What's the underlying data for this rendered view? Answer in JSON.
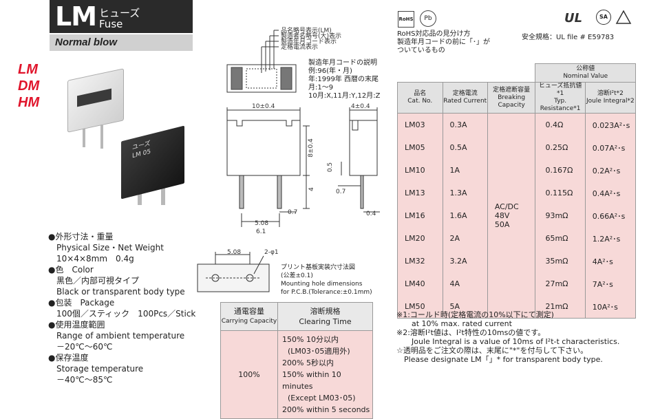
{
  "header": {
    "title": "LM",
    "title_kana": "ヒューズ",
    "title_en": "Fuse",
    "subtitle": "Normal blow"
  },
  "series_tabs": [
    "LM",
    "DM",
    "HM"
  ],
  "photo_marking": {
    "line1": "ユーズ",
    "line2": "LM 05"
  },
  "specs": [
    {
      "heading": "●外形寸法・重量",
      "lines": [
        "Physical Size・Net Weight",
        "10×4×8mm　0.4g"
      ]
    },
    {
      "heading": "●色　Color",
      "lines": [
        "黒色／内部可視タイプ",
        "Black or transparent body type"
      ]
    },
    {
      "heading": "●包装　Package",
      "lines": [
        "100個／スティック　100Pcs／Stick"
      ]
    },
    {
      "heading": "●使用温度範囲",
      "lines": [
        "Range of ambient temperature",
        "－20℃～60℃"
      ]
    },
    {
      "heading": "●保存温度",
      "lines": [
        "Storage temperature",
        "－40℃～85℃"
      ]
    }
  ],
  "marking_labels": [
    "品名略号表示(LM)",
    "製造者名略号(大)表示",
    "製造年月コード表示",
    "定格電流表示"
  ],
  "date_code": {
    "lines": [
      "製造年月コードの説明",
      "例:96(年・月)",
      "年:1999年 西暦の末尾",
      "月:1～9",
      "10月:X,11月:Y,12月:Z"
    ]
  },
  "dimensions": {
    "width": "10±0.4",
    "depth": "4±0.4",
    "height": "8±0.4",
    "lead_len": "4",
    "pin_offset": "0.5",
    "pin_w": "0.7",
    "pin_t": "0.4",
    "pitch": "5.08",
    "span": "6.1",
    "pin_w2": "0.7",
    "hole_pitch": "5.08",
    "hole_dia": "2-φ1"
  },
  "hole_note": {
    "lines": [
      "プリント基板実装穴寸法図",
      "(公差±0.1)",
      "Mounting hole dimensions",
      "for P.C.B.(Tolerance:±0.1mm)"
    ]
  },
  "clearing_table": {
    "header_cc": [
      "通電容量",
      "Carrying Capacity"
    ],
    "header_ct": [
      "溶断規格",
      "Clearing Time"
    ],
    "carrying": "100%",
    "clearing_lines": [
      "150% 10分以内",
      "(LM03･05適用外)",
      "200% 5秒以内",
      "150% within 10 minutes",
      "(Except LM03･05)",
      "200% within 5 seconds"
    ]
  },
  "certs": {
    "rohs_badge": "RoHS",
    "pb_badge": "Pb",
    "rohs_text": [
      "RoHS対応品の見分け方",
      "製造年月コードの前に「･」が",
      "ついているもの"
    ],
    "safety": "安全規格：UL file # E59783",
    "ul_mark": "UL",
    "csa_mark": "SA"
  },
  "rating_table": {
    "nominal": [
      "公称値",
      "Nominal Value"
    ],
    "headers": [
      [
        "品名",
        "Cat. No."
      ],
      [
        "定格電流",
        "Rated Current"
      ],
      [
        "定格遮断容量",
        "Breaking Capacity"
      ],
      [
        "ヒューズ抵抗値*1",
        "Typ. Resistance*1"
      ],
      [
        "溶断I²t*2",
        "Joule Integral*2"
      ]
    ],
    "breaking": [
      "AC/DC 48V",
      "50A"
    ],
    "rows": [
      {
        "cat": "LM03",
        "current": "0.3A",
        "resistance": "0.4Ω",
        "joule": "0.023A²･s"
      },
      {
        "cat": "LM05",
        "current": "0.5A",
        "resistance": "0.25Ω",
        "joule": "0.07A²･s"
      },
      {
        "cat": "LM10",
        "current": "1A",
        "resistance": "0.167Ω",
        "joule": "0.2A²･s"
      },
      {
        "cat": "LM13",
        "current": "1.3A",
        "resistance": "0.115Ω",
        "joule": "0.4A²･s"
      },
      {
        "cat": "LM16",
        "current": "1.6A",
        "resistance": "93mΩ",
        "joule": "0.66A²･s"
      },
      {
        "cat": "LM20",
        "current": "2A",
        "resistance": "65mΩ",
        "joule": "1.2A²･s"
      },
      {
        "cat": "LM32",
        "current": "3.2A",
        "resistance": "35mΩ",
        "joule": "4A²･s"
      },
      {
        "cat": "LM40",
        "current": "4A",
        "resistance": "27mΩ",
        "joule": "7A²･s"
      },
      {
        "cat": "LM50",
        "current": "5A",
        "resistance": "21mΩ",
        "joule": "10A²･s"
      }
    ]
  },
  "notes": [
    "※1:コールド時(定格電流の10%以下にて測定)",
    "　　at 10% max. rated current",
    "※2:溶断I²t値は、I²t特性の10msの値です。",
    "　　Joule Integral is a value of 10ms of I²t-t characteristics.",
    "☆透明品をご注文の際は、末尾に\"*\"を付与して下さい。",
    "　Please designate LM「」* for transparent body type."
  ]
}
